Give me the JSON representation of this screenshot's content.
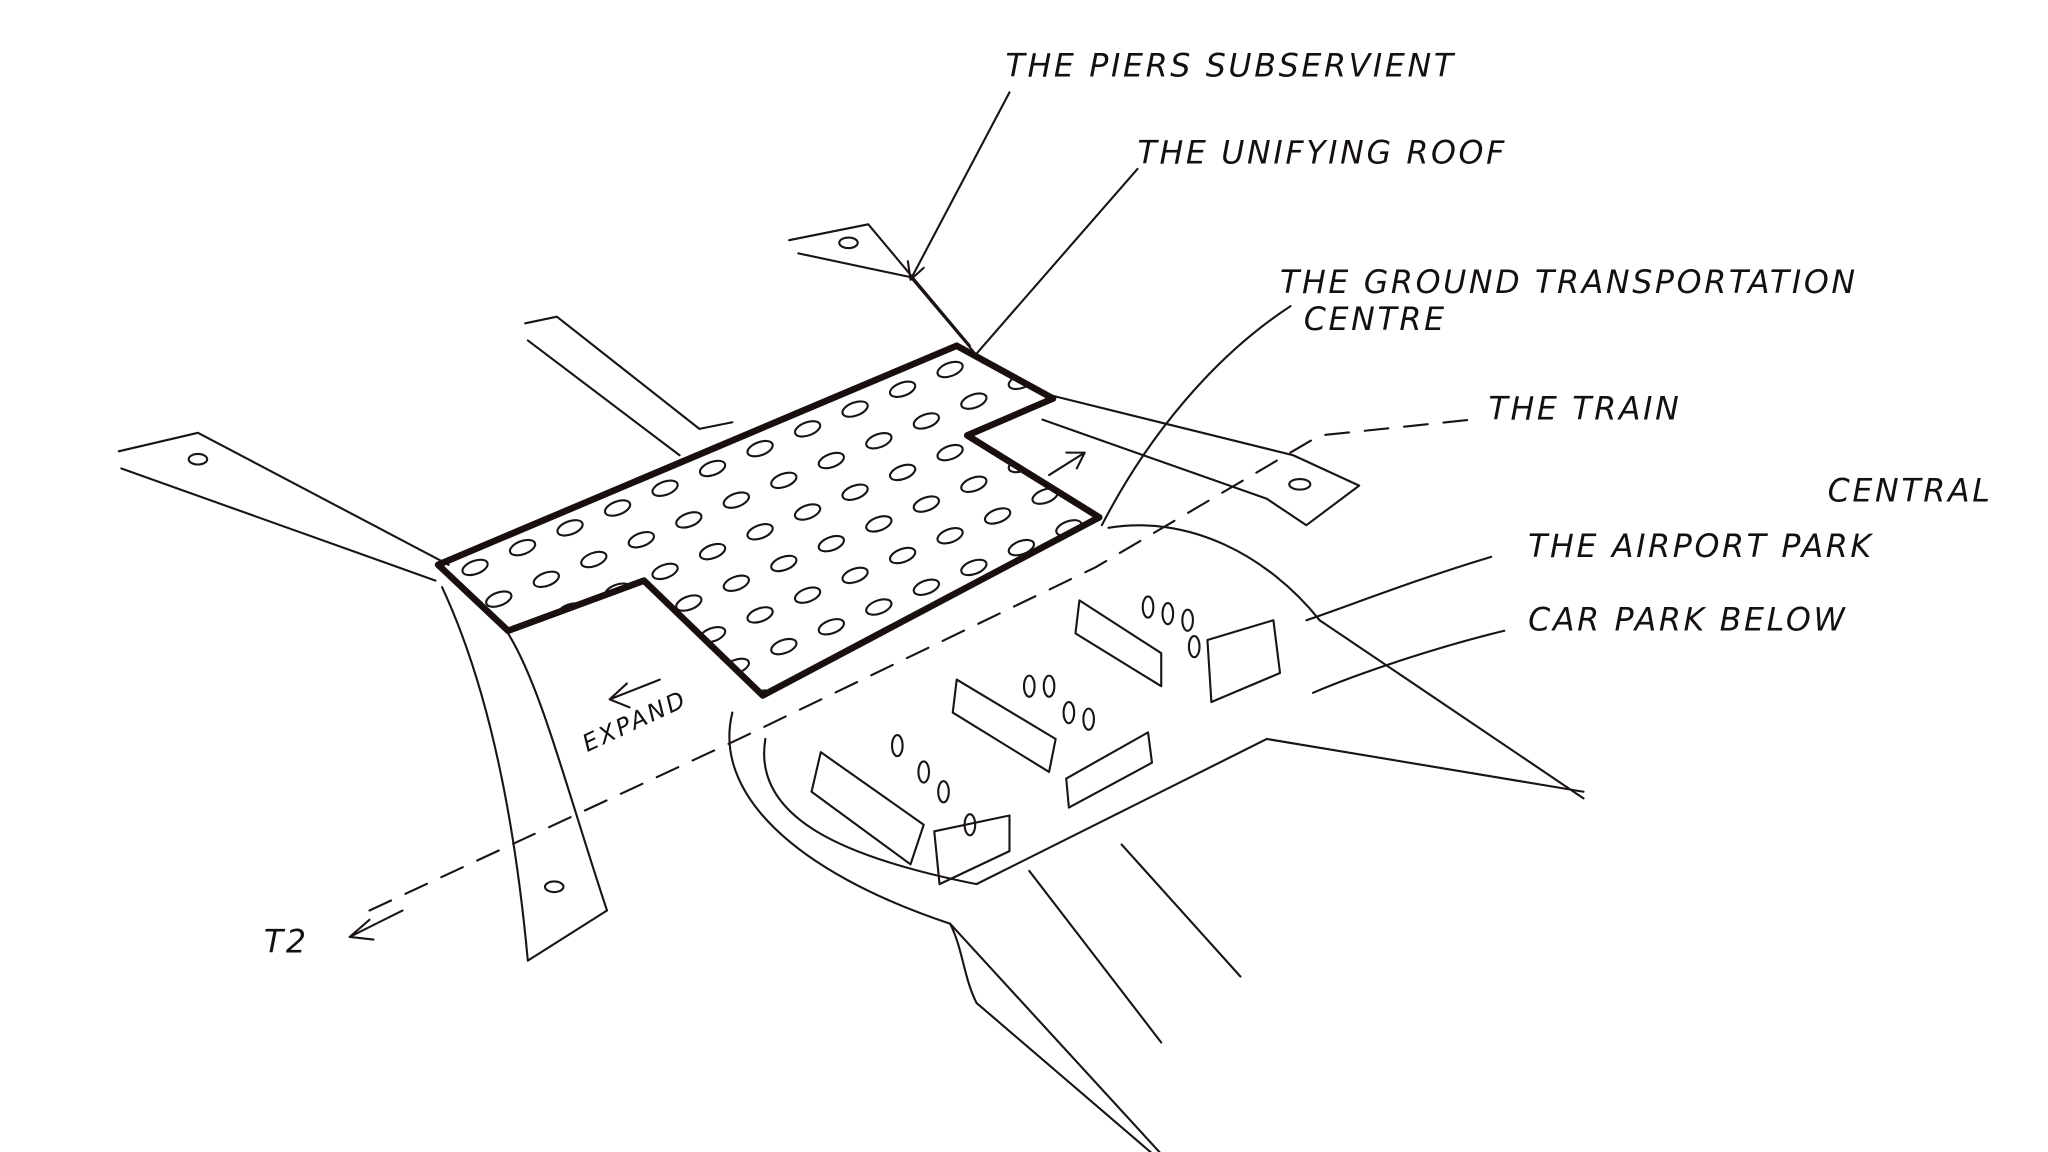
{
  "labels": {
    "piers": "THE PIERS SUBSERVIENT",
    "roof": "THE UNIFYING ROOF",
    "gtc_line1": "THE GROUND TRANSPORTATION",
    "gtc_line2": "CENTRE",
    "train": "THE TRAIN",
    "central": "CENTRAL",
    "airport_park": "THE AIRPORT PARK",
    "car_park": "CAR PARK BELOW",
    "expand": "EXPAND",
    "t2": "T2"
  },
  "colors": {
    "ink": "#1a1414",
    "paper": "#ffffff"
  }
}
